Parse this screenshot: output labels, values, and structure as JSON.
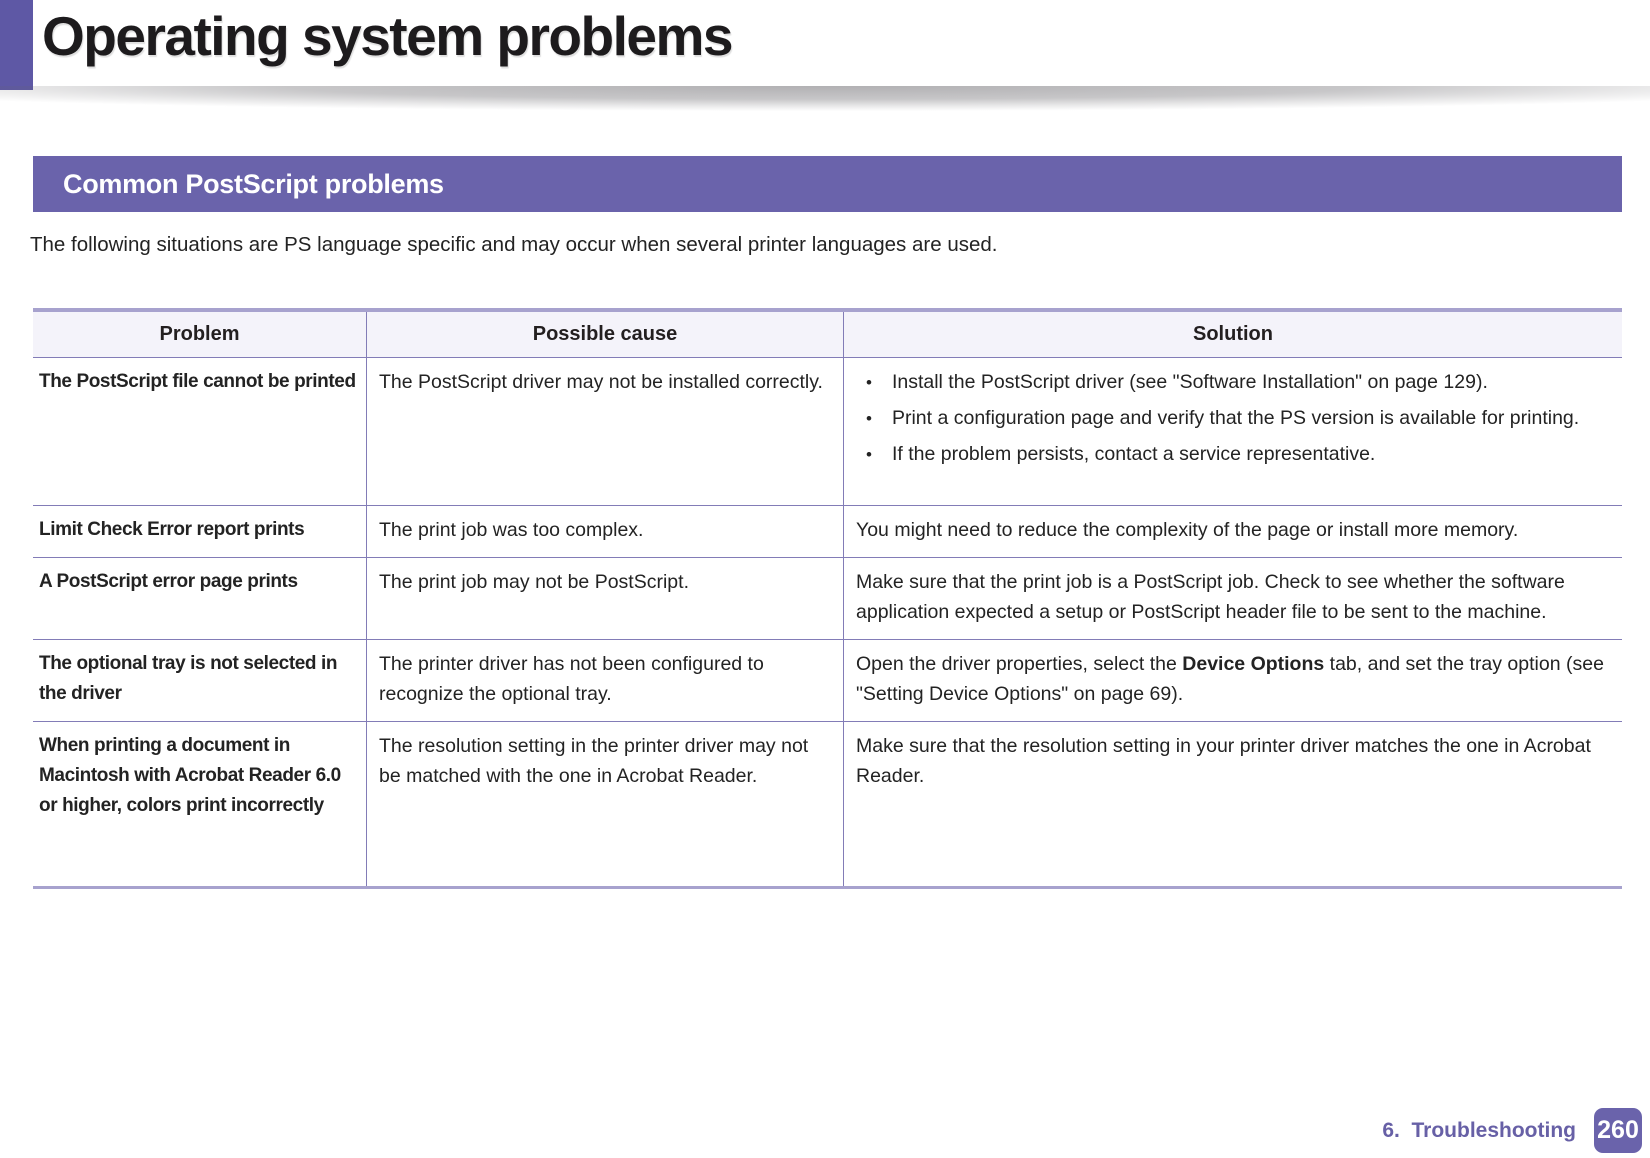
{
  "page": {
    "title": "Operating system problems",
    "footer": {
      "chapter": "6.  Troubleshooting",
      "page_number": "260"
    }
  },
  "section": {
    "heading": "Common PostScript problems",
    "intro": "The following situations are PS language specific and may occur when several printer languages are used."
  },
  "table": {
    "headers": [
      "Problem",
      "Possible cause",
      "Solution"
    ],
    "rows": [
      {
        "problem": "The PostScript file cannot be printed",
        "cause": "The PostScript driver may not be installed correctly.",
        "solution_bullets": [
          "Install the PostScript driver (see \"Software Installation\" on page 129).",
          "Print a configuration page and verify that the PS version is available for printing.",
          "If the problem persists, contact a service representative."
        ]
      },
      {
        "problem": "Limit Check Error report prints",
        "cause": "The print job was too complex.",
        "solution": "You might need to reduce the complexity of the page or install more memory."
      },
      {
        "problem": "A PostScript error page prints",
        "cause": "The print job may not be PostScript.",
        "solution": "Make sure that the print job is a PostScript job. Check to see whether the software application expected a setup or PostScript header file to be sent to the machine."
      },
      {
        "problem": "The optional tray is not selected in the driver",
        "cause": "The printer driver has not been configured to recognize the optional tray.",
        "solution_parts": {
          "pre": "Open the driver properties, select the ",
          "bold": "Device Options",
          "post": " tab, and set the tray option (see \"Setting Device Options\" on page 69)."
        }
      },
      {
        "problem": "When printing a document in Macintosh with Acrobat Reader 6.0 or higher, colors print incorrectly",
        "cause": "The resolution setting in the printer driver may not be matched with the one in Acrobat Reader.",
        "solution": "Make sure that the resolution setting in your printer driver matches the one in Acrobat Reader."
      }
    ]
  },
  "colors": {
    "accent_purple": "#6a63ab",
    "accent_purple_dark": "#5e58a5",
    "table_outer_border": "#a7a2ce",
    "table_inner_border": "#827cb7",
    "table_header_bg": "#f4f3fa",
    "footer_text": "#6760a6",
    "body_text": "#232323"
  }
}
